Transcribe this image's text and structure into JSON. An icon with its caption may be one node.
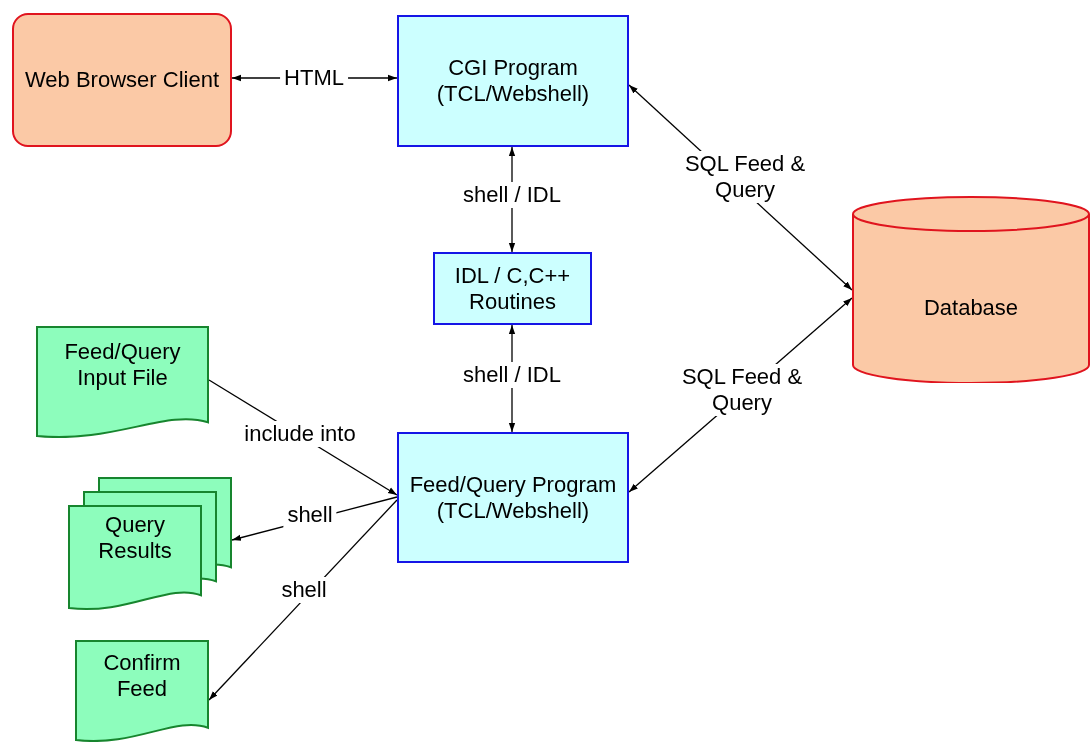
{
  "diagram": {
    "nodes": [
      {
        "text": [
          "Web Browser Client"
        ]
      },
      {
        "text": [
          "CGI Program (TCL/Webshell)"
        ]
      },
      {
        "text": [
          "Database"
        ]
      },
      {
        "text": [
          "IDL / C,C++ Routines"
        ]
      },
      {
        "text": [
          "Feed/Query Input File"
        ]
      },
      {
        "text": [
          "Feed/Query Program (TCL/Webshell)"
        ]
      },
      {
        "text": [
          "Query Results"
        ]
      },
      {
        "text": [
          "Confirm Feed"
        ]
      }
    ],
    "edges": [
      {
        "from": 0,
        "to": 1,
        "arrow": "both",
        "label": "HTML"
      },
      {
        "from": 1,
        "to": 2,
        "arrow": "both",
        "label": "SQL Feed & Query"
      },
      {
        "from": 1,
        "to": 3,
        "arrow": "both",
        "label": "shell / IDL"
      },
      {
        "from": 3,
        "to": 5,
        "arrow": "both",
        "label": "shell / IDL"
      },
      {
        "from": 2,
        "to": 5,
        "arrow": "both",
        "label": "SQL Feed & Query"
      },
      {
        "from": 4,
        "to": 5,
        "arrow": "to",
        "label": "include into"
      },
      {
        "from": 5,
        "to": 6,
        "arrow": "to",
        "label": "shell"
      },
      {
        "from": 5,
        "to": 7,
        "arrow": "to",
        "label": "shell"
      }
    ]
  }
}
